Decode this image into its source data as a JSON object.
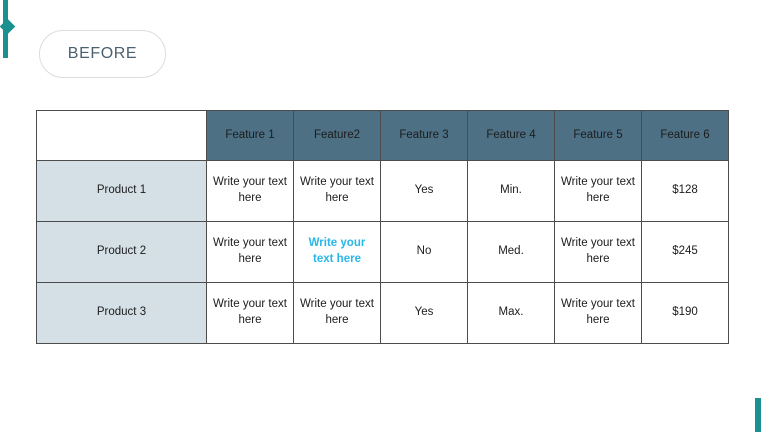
{
  "slide": {
    "background_color": "#ffffff",
    "accent_color": "#1a9090",
    "badge": {
      "label": "BEFORE",
      "text_color": "#4a6170",
      "border_color": "#d9dde0"
    }
  },
  "table": {
    "header_bg": "#4d7085",
    "header_text_color": "#ffffff",
    "row_label_bg": "#d4e0e6",
    "highlight_color": "#29b6e8",
    "border_color": "#4c4c4c",
    "corner_label": "",
    "columns": [
      "Feature 1",
      "Feature2",
      "Feature 3",
      "Feature 4",
      "Feature 5",
      "Feature 6"
    ],
    "rows": [
      {
        "label": "Product 1",
        "cells": [
          {
            "text": "Write your text here",
            "highlight": false
          },
          {
            "text": "Write your text here",
            "highlight": false
          },
          {
            "text": "Yes",
            "highlight": false
          },
          {
            "text": "Min.",
            "highlight": false
          },
          {
            "text": "Write your text here",
            "highlight": false
          },
          {
            "text": "$128",
            "highlight": false
          }
        ]
      },
      {
        "label": "Product 2",
        "cells": [
          {
            "text": "Write your text here",
            "highlight": false
          },
          {
            "text": "Write your text here",
            "highlight": true
          },
          {
            "text": "No",
            "highlight": false
          },
          {
            "text": "Med.",
            "highlight": false
          },
          {
            "text": "Write your text here",
            "highlight": false
          },
          {
            "text": "$245",
            "highlight": false
          }
        ]
      },
      {
        "label": "Product 3",
        "cells": [
          {
            "text": "Write your text here",
            "highlight": false
          },
          {
            "text": "Write your text here",
            "highlight": false
          },
          {
            "text": "Yes",
            "highlight": false
          },
          {
            "text": "Max.",
            "highlight": false
          },
          {
            "text": "Write your text here",
            "highlight": false
          },
          {
            "text": "$190",
            "highlight": false
          }
        ]
      }
    ]
  }
}
